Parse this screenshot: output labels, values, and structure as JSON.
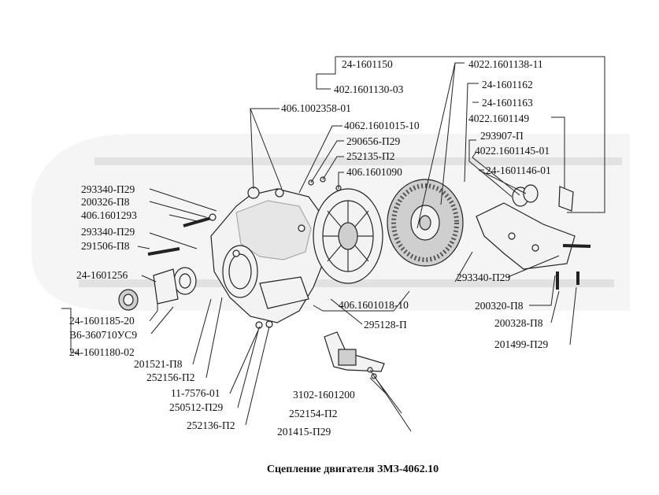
{
  "caption": "Сцепление двигателя ЗМЗ-4062.10",
  "labels": {
    "l01": "24-1601150",
    "l02": "402.1601130-03",
    "l03": "4022.1601138-11",
    "l04": "24-1601162",
    "l05": "24-1601163",
    "l06": "4022.1601149",
    "l07": "293907-П",
    "l08": "4022.1601145-01",
    "l09": "24-1601146-01",
    "l10": "406.1002358-01",
    "l11": "4062.1601015-10",
    "l12": "290656-П29",
    "l13": "252135-П2",
    "l14": "406.1601090",
    "l15": "293340-П29",
    "l16": "200326-П8",
    "l17": "406.1601293",
    "l18": "293340-П29",
    "l19": "291506-П8",
    "l20": "24-1601256",
    "l21": "24-1601185-20",
    "l22": "В6-360710УС9",
    "l23": "24-1601180-02",
    "l24": "201521-П8",
    "l25": "252156-П2",
    "l26": "11-7576-01",
    "l27": "250512-П29",
    "l28": "252136-П2",
    "l29": "3102-1601200",
    "l30": "252154-П2",
    "l31": "201415-П29",
    "l32": "406.1601018-10",
    "l33": "295128-П",
    "l34": "293340-П29",
    "l35": "200320-П8",
    "l36": "200328-П8",
    "l37": "201499-П29"
  }
}
